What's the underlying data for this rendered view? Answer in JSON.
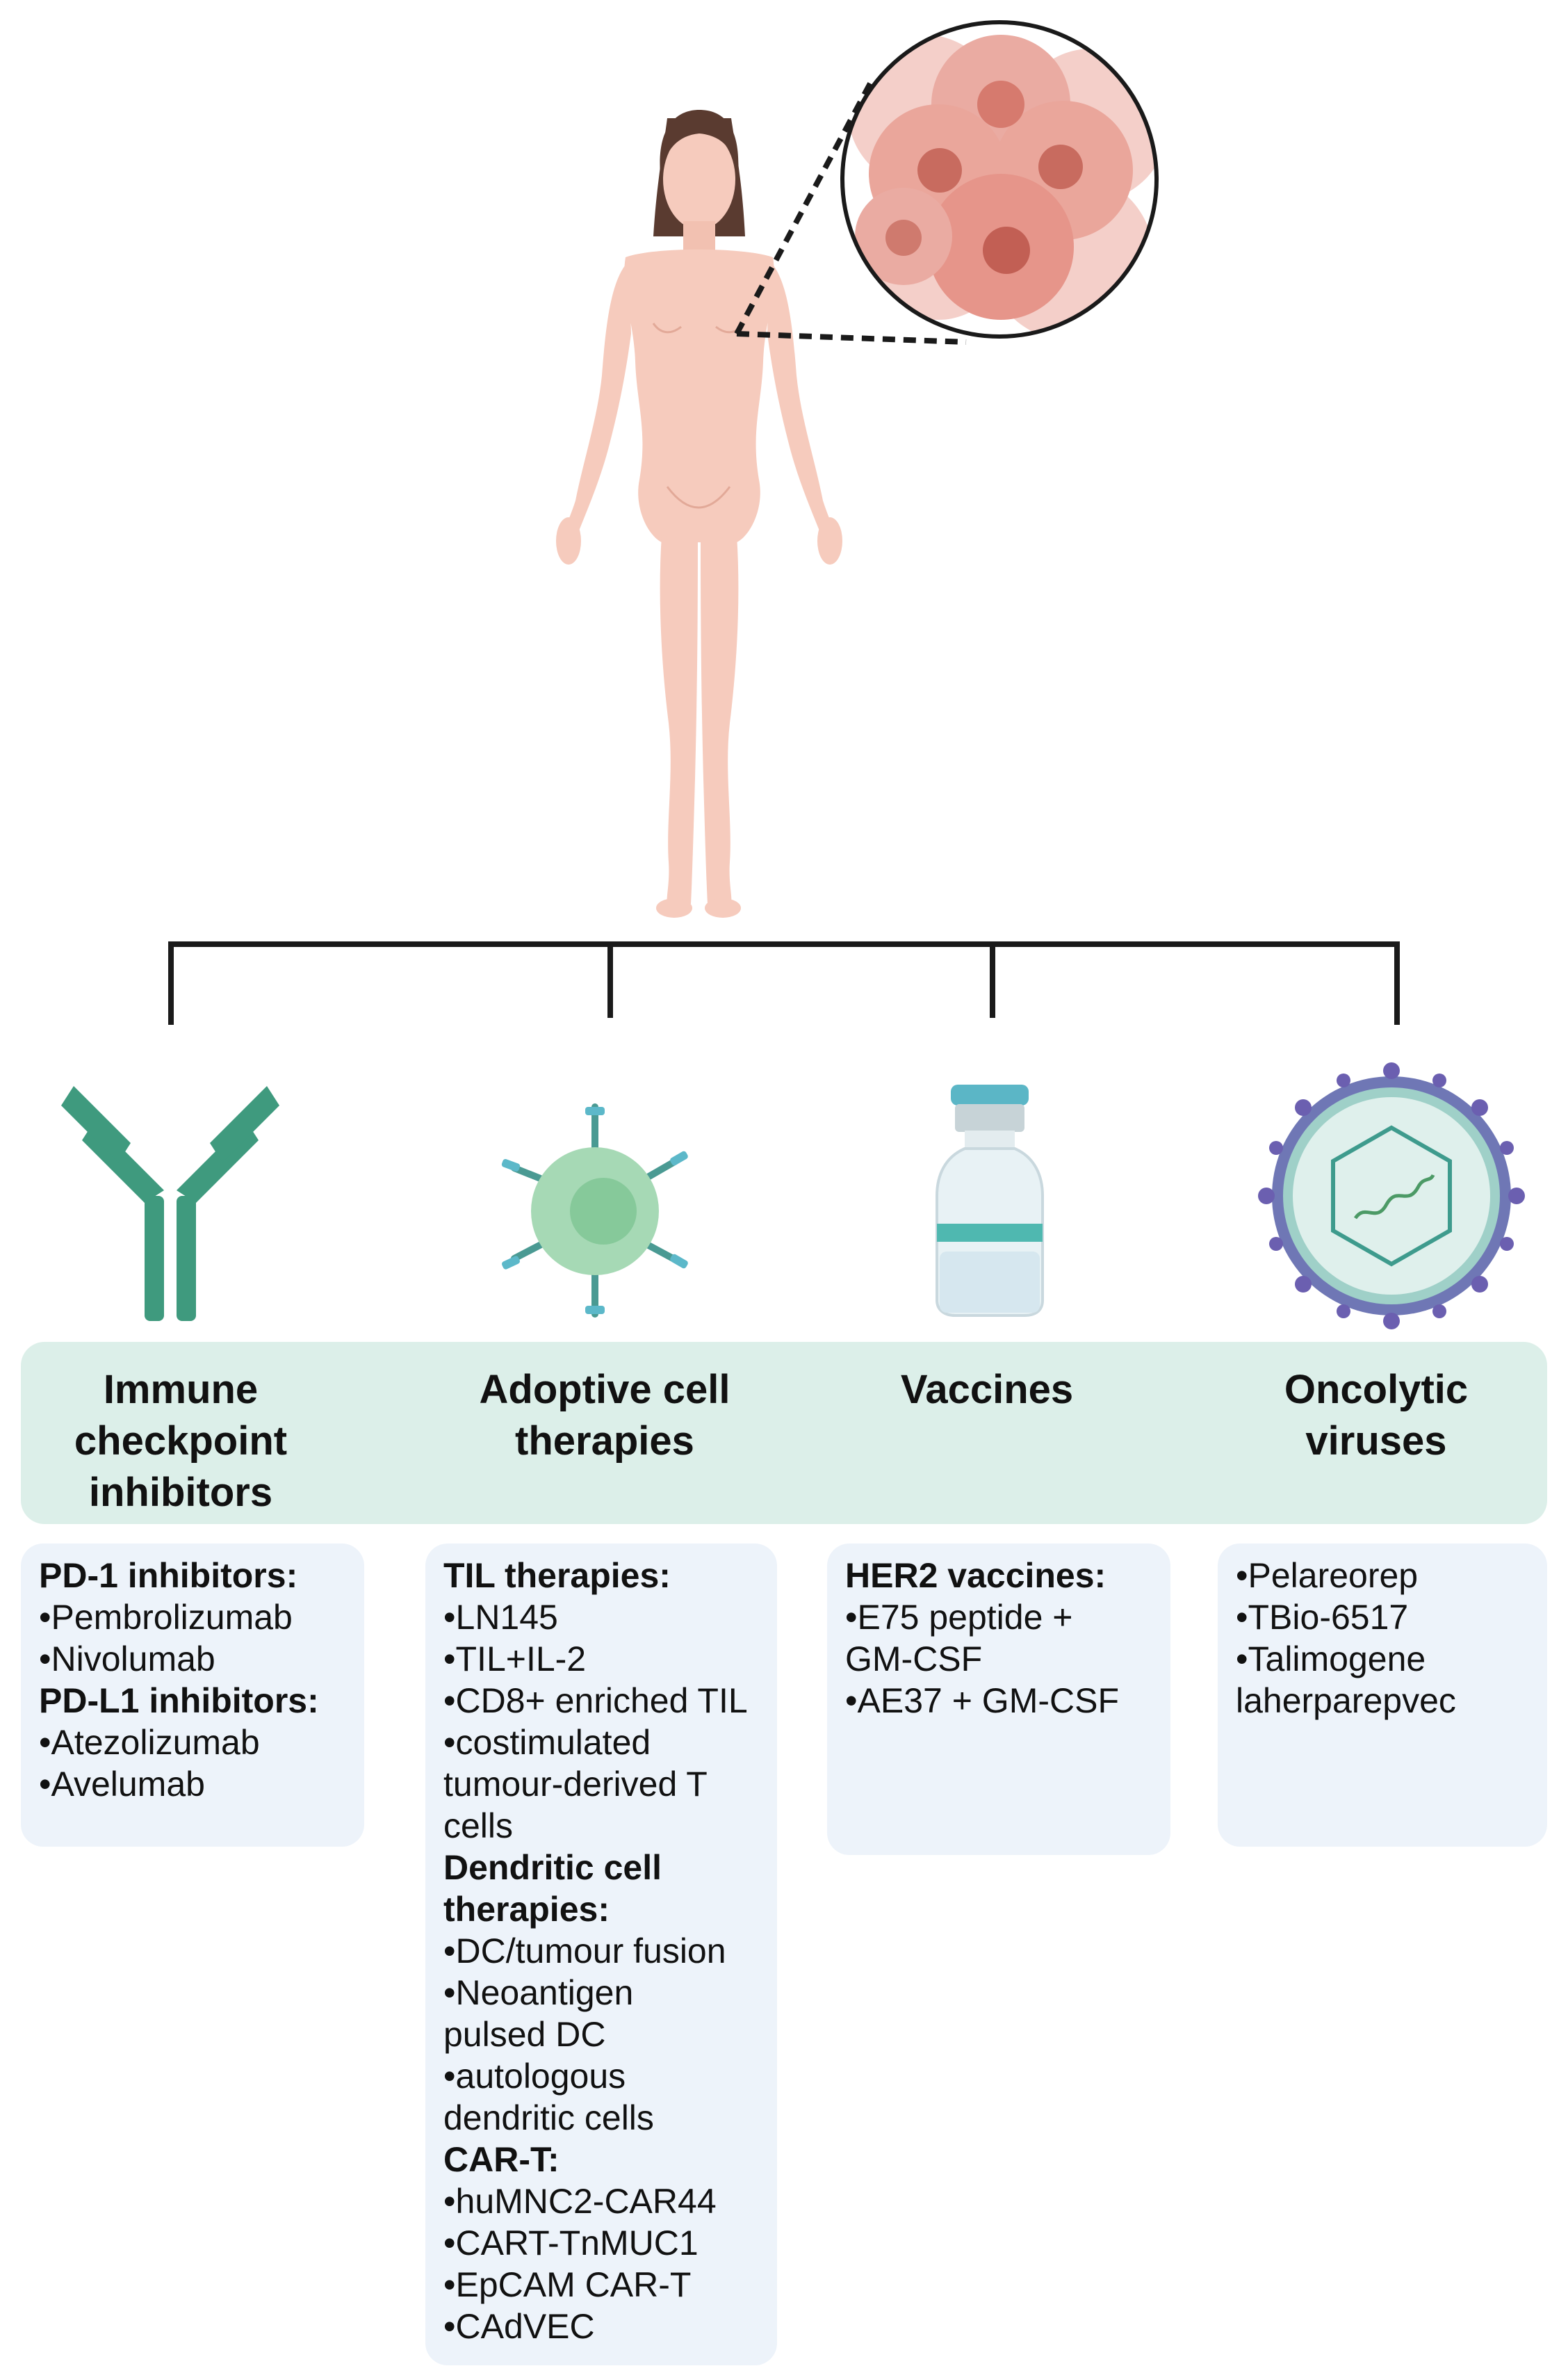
{
  "colors": {
    "skin": "#f6cbbd",
    "hair": "#5a3b30",
    "connector": "#1a1a1a",
    "antibody": "#3f9a7e",
    "cell_green": "#a6d9b5",
    "band_background": "#dcefe9",
    "box_background": "#edf3fa",
    "vial_cap": "#5bb6c6",
    "virus_spikes": "#6b5fb0",
    "tumour_cell": "#e6958a"
  },
  "icons": {
    "figure": "female-body-icon",
    "zoom": "tumour-cells-magnified-icon",
    "antibody": "antibody-icon",
    "t_cell": "immune-cell-icon",
    "vaccine": "vaccine-vial-icon",
    "virus": "oncolytic-virus-icon"
  },
  "categories": [
    {
      "title": "Immune\ncheckpoint\ninhibitors",
      "items": [
        {
          "text": "PD-1 inhibitors:",
          "head": true
        },
        {
          "text": "•Pembrolizumab",
          "head": false
        },
        {
          "text": "•Nivolumab",
          "head": false
        },
        {
          "text": "PD-L1 inhibitors:",
          "head": true
        },
        {
          "text": "•Atezolizumab",
          "head": false
        },
        {
          "text": "•Avelumab",
          "head": false
        }
      ]
    },
    {
      "title": "Adoptive cell\ntherapies",
      "items": [
        {
          "text": "TIL therapies:",
          "head": true
        },
        {
          "text": "•LN145",
          "head": false
        },
        {
          "text": "•TIL+IL-2",
          "head": false
        },
        {
          "text": "•CD8+ enriched TIL",
          "head": false
        },
        {
          "text": "•costimulated\ntumour-derived T\ncells",
          "head": false
        },
        {
          "text": "Dendritic cell\ntherapies:",
          "head": true
        },
        {
          "text": "•DC/tumour fusion",
          "head": false
        },
        {
          "text": "•Neoantigen\npulsed DC",
          "head": false
        },
        {
          "text": "•autologous\ndendritic cells",
          "head": false
        },
        {
          "text": "CAR-T:",
          "head": true
        },
        {
          "text": "•huMNC2-CAR44",
          "head": false
        },
        {
          "text": "•CART-TnMUC1",
          "head": false
        },
        {
          "text": "•EpCAM CAR-T",
          "head": false
        },
        {
          "text": "•CAdVEC",
          "head": false
        }
      ]
    },
    {
      "title": "Vaccines",
      "items": [
        {
          "text": "HER2 vaccines:",
          "head": true
        },
        {
          "text": "•E75 peptide +\nGM-CSF",
          "head": false
        },
        {
          "text": "•AE37 + GM-CSF",
          "head": false
        }
      ]
    },
    {
      "title": "Oncolytic\nviruses",
      "items": [
        {
          "text": "•Pelareorep",
          "head": false
        },
        {
          "text": "•TBio-6517",
          "head": false
        },
        {
          "text": "•Talimogene\nlaherparepvec",
          "head": false
        }
      ]
    }
  ]
}
